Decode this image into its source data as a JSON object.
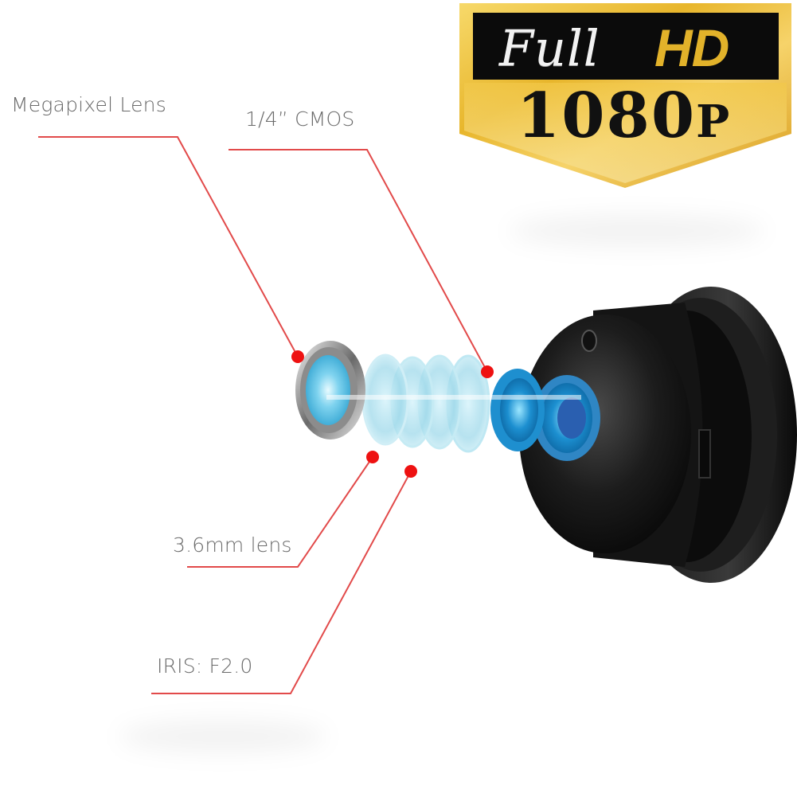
{
  "badge": {
    "title": "Full",
    "highlight": "HD",
    "resolution": "1080",
    "resolution_suffix": "P",
    "colors": {
      "gold": "#e2b22a",
      "black": "#0b0b0b",
      "silver": "#f2f2f2"
    }
  },
  "callouts": [
    {
      "label": "Megapixel Lens"
    },
    {
      "label": "1/4” CMOS"
    },
    {
      "label": "3.6mm lens"
    },
    {
      "label": "IRIS: F2.0"
    }
  ],
  "colors": {
    "leader_line": "#e24a4a",
    "callout_dot": "#ee1111",
    "label_text": "#6a6a6a",
    "lens_blue": "#2aa7d8",
    "camera_body": "#151515"
  }
}
